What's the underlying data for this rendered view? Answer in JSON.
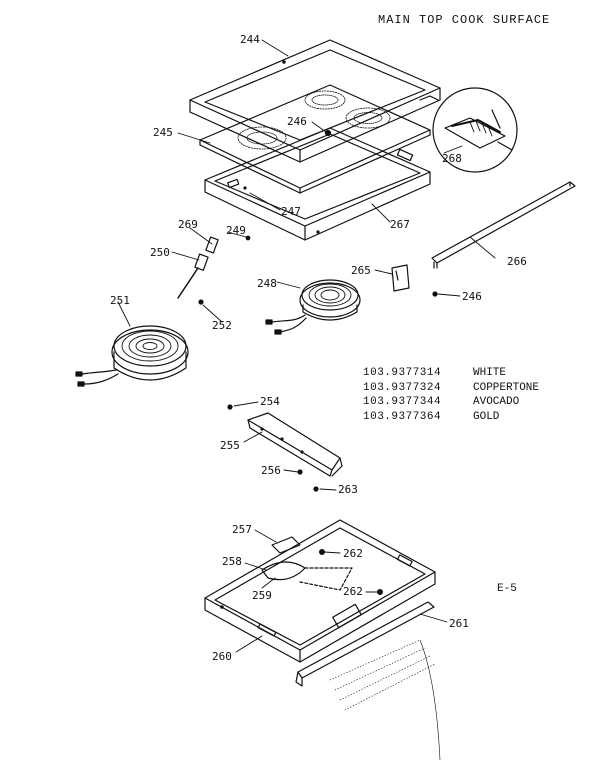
{
  "title": "MAIN TOP COOK SURFACE",
  "plate": "E-5",
  "labels": {
    "p244": "244",
    "p245": "245",
    "p246a": "246",
    "p268": "268",
    "p247": "247",
    "p267": "267",
    "p269": "269",
    "p249": "249",
    "p250": "250",
    "p266": "266",
    "p265": "265",
    "p248": "248",
    "p246b": "246",
    "p251": "251",
    "p252": "252",
    "p254": "254",
    "p255": "255",
    "p256": "256",
    "p263": "263",
    "p257": "257",
    "p262a": "262",
    "p258": "258",
    "p259": "259",
    "p262b": "262",
    "p261": "261",
    "p260": "260"
  },
  "models": [
    {
      "number": "103.9377314",
      "color": "WHITE"
    },
    {
      "number": "103.9377324",
      "color": "COPPERTONE"
    },
    {
      "number": "103.9377344",
      "color": "AVOCADO"
    },
    {
      "number": "103.9377364",
      "color": "GOLD"
    }
  ]
}
